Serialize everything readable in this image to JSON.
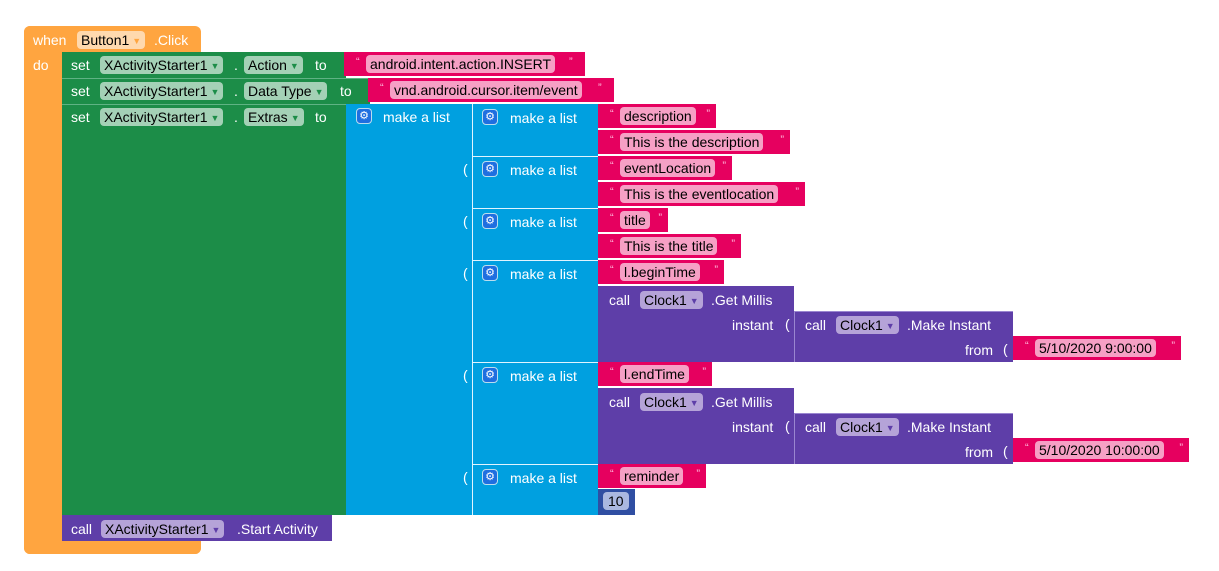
{
  "event": {
    "when_label": "when",
    "component": "Button1",
    "event_name": ".Click",
    "do_label": "do"
  },
  "statements": {
    "action": {
      "set_label": "set",
      "component": "XActivityStarter1",
      "dot": ".",
      "property": "Action",
      "to_label": "to",
      "value": "android.intent.action.INSERT"
    },
    "data_type": {
      "set_label": "set",
      "component": "XActivityStarter1",
      "dot": ".",
      "property": "Data Type",
      "to_label": "to",
      "value": "vnd.android.cursor.item/event"
    },
    "extras": {
      "set_label": "set",
      "component": "XActivityStarter1",
      "dot": ".",
      "property": "Extras",
      "to_label": "to",
      "outer_list_label": "make a list"
    },
    "start": {
      "call_label": "call",
      "component": "XActivityStarter1",
      "method": ".Start Activity"
    }
  },
  "pairs": [
    {
      "list_label": "make a list",
      "key": "description",
      "value": "This is the description"
    },
    {
      "list_label": "make a list",
      "key": "eventLocation",
      "value": "This is the eventlocation"
    },
    {
      "list_label": "make a list",
      "key": "title",
      "value": "This is the title"
    },
    {
      "list_label": "make a list",
      "key": "l.beginTime",
      "call_label": "call",
      "clock": "Clock1",
      "method": ".Get Millis",
      "instant_label": "instant",
      "inner_call_label": "call",
      "inner_clock": "Clock1",
      "inner_method": ".Make Instant",
      "from_label": "from",
      "from_value": "5/10/2020 9:00:00"
    },
    {
      "list_label": "make a list",
      "key": "l.endTime",
      "call_label": "call",
      "clock": "Clock1",
      "method": ".Get Millis",
      "instant_label": "instant",
      "inner_call_label": "call",
      "inner_clock": "Clock1",
      "inner_method": ".Make Instant",
      "from_label": "from",
      "from_value": "5/10/2020 10:00:00"
    },
    {
      "list_label": "make a list",
      "key": "reminder",
      "value_number": "10"
    }
  ],
  "icons": {
    "dropdown": "▼",
    "gear": "⚙",
    "open_quote": "“",
    "close_quote": "”",
    "paren": "("
  },
  "colors": {
    "event": "#ffa540",
    "setter": "#1c8d48",
    "list": "#00a0e0",
    "text": "#e6005f",
    "method": "#5e3ea8",
    "number": "#2f4ea2"
  }
}
